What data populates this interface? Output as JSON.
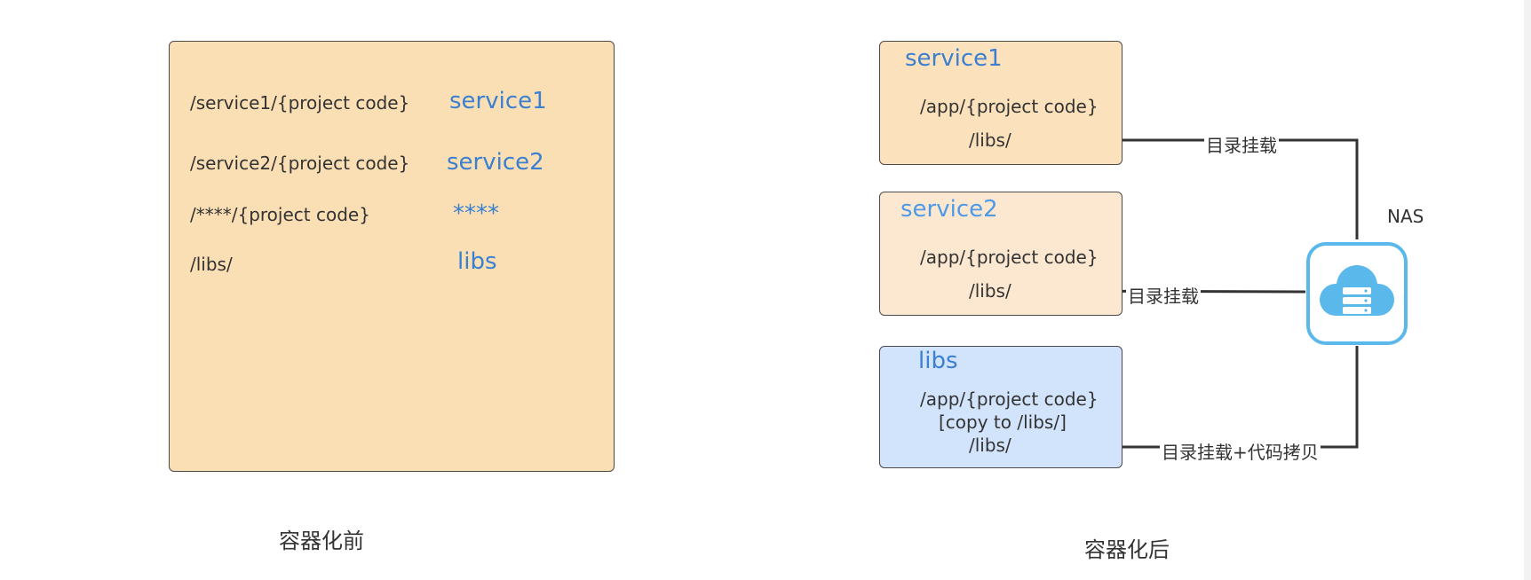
{
  "before": {
    "rows": [
      {
        "path": "/service1/{project code}",
        "name": "service1"
      },
      {
        "path": "/service2/{project code}",
        "name": "service2"
      },
      {
        "path": "/****/{project code}",
        "name": "****"
      },
      {
        "path": "/libs/",
        "name": "libs"
      }
    ],
    "caption": "容器化前"
  },
  "after": {
    "service1": {
      "title": "service1",
      "app_path": "/app/{project code}",
      "libs_path": "/libs/",
      "mount_label": "目录挂载"
    },
    "service2": {
      "title": "service2",
      "app_path": "/app/{project code}",
      "libs_path": "/libs/",
      "mount_label": "目录挂载"
    },
    "libs": {
      "title": "libs",
      "app_path": "/app/{project code}",
      "copy_note": "[copy to /libs/]",
      "libs_path": "/libs/",
      "mount_label": "目录挂载+代码拷贝"
    },
    "nas_label": "NAS",
    "caption": "容器化后"
  },
  "colors": {
    "before_box": "#fbdfb4",
    "service1_box": "#fbe2bc",
    "service2_box": "#fce8d0",
    "libs_box": "#d2e4fb",
    "service_text": "#3a7fd0",
    "nas_cloud": "#5bb8ea",
    "connector": "#333333"
  },
  "icons": {
    "nas": "cloud-server-icon"
  }
}
